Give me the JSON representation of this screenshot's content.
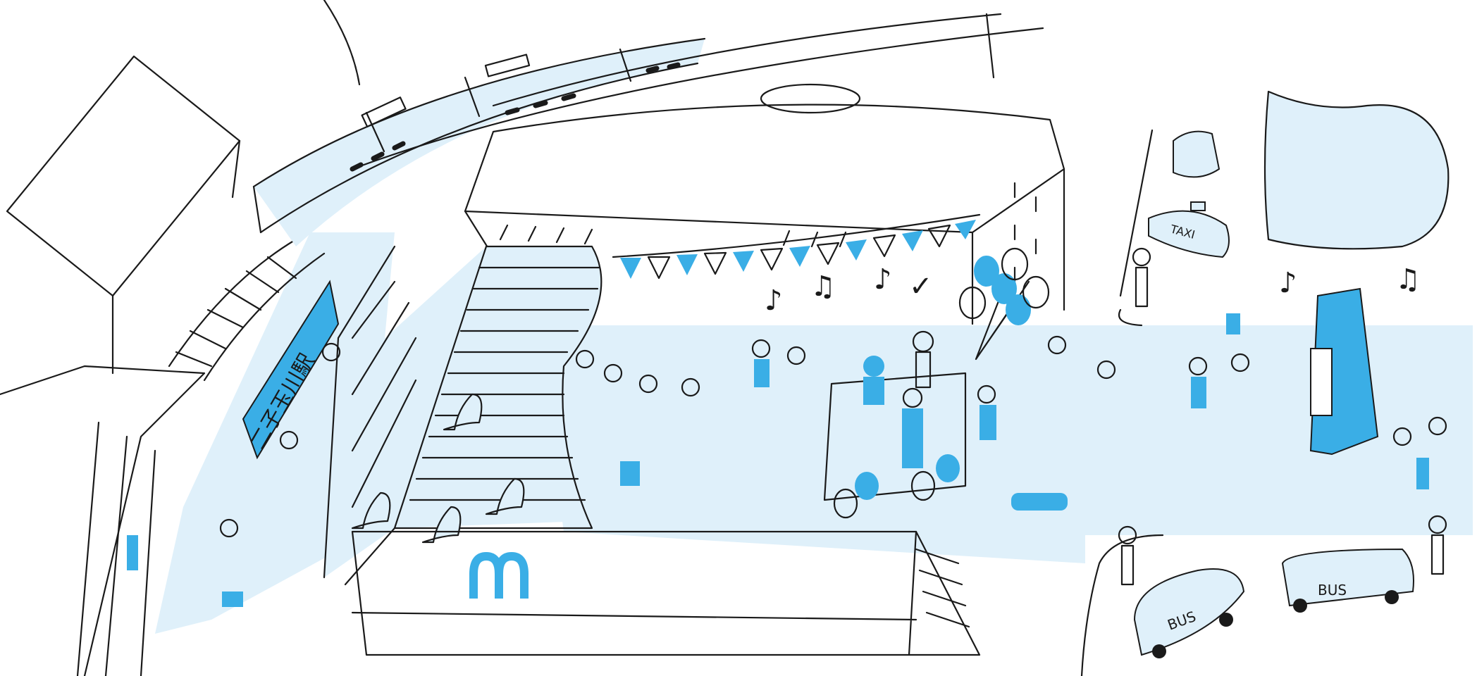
{
  "scene": {
    "station_sign": "二子玉川駅",
    "taxi_label": "TAXI",
    "bus_labels": [
      "BUS",
      "BUS"
    ]
  },
  "colors": {
    "accent_blue": "#3aaee6",
    "light_blue": "#dff0fa",
    "ink": "#1a1a1a"
  }
}
